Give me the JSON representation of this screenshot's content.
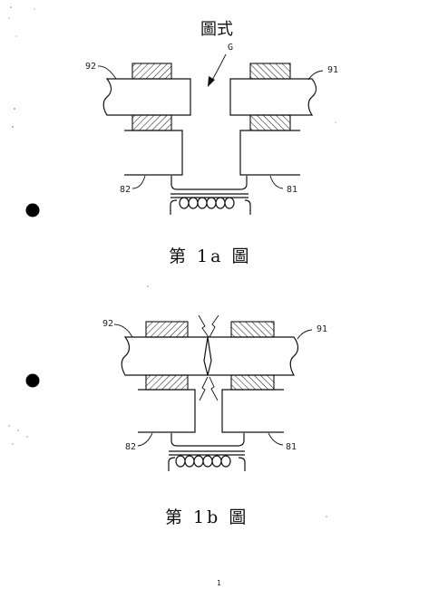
{
  "header": {
    "title": "圖式",
    "gap_label": "G"
  },
  "figure_a": {
    "caption": "第 1a 圖",
    "labels": {
      "rod_left": "92",
      "rod_right": "91",
      "electrode_left": "82",
      "electrode_right": "81"
    }
  },
  "figure_b": {
    "caption": "第 1b 圖",
    "labels": {
      "rod_left": "92",
      "rod_right": "91",
      "electrode_left": "82",
      "electrode_right": "81"
    }
  },
  "page_number": "1",
  "colors": {
    "ink": "#111111",
    "bullet": "#000000",
    "background": "#ffffff"
  }
}
